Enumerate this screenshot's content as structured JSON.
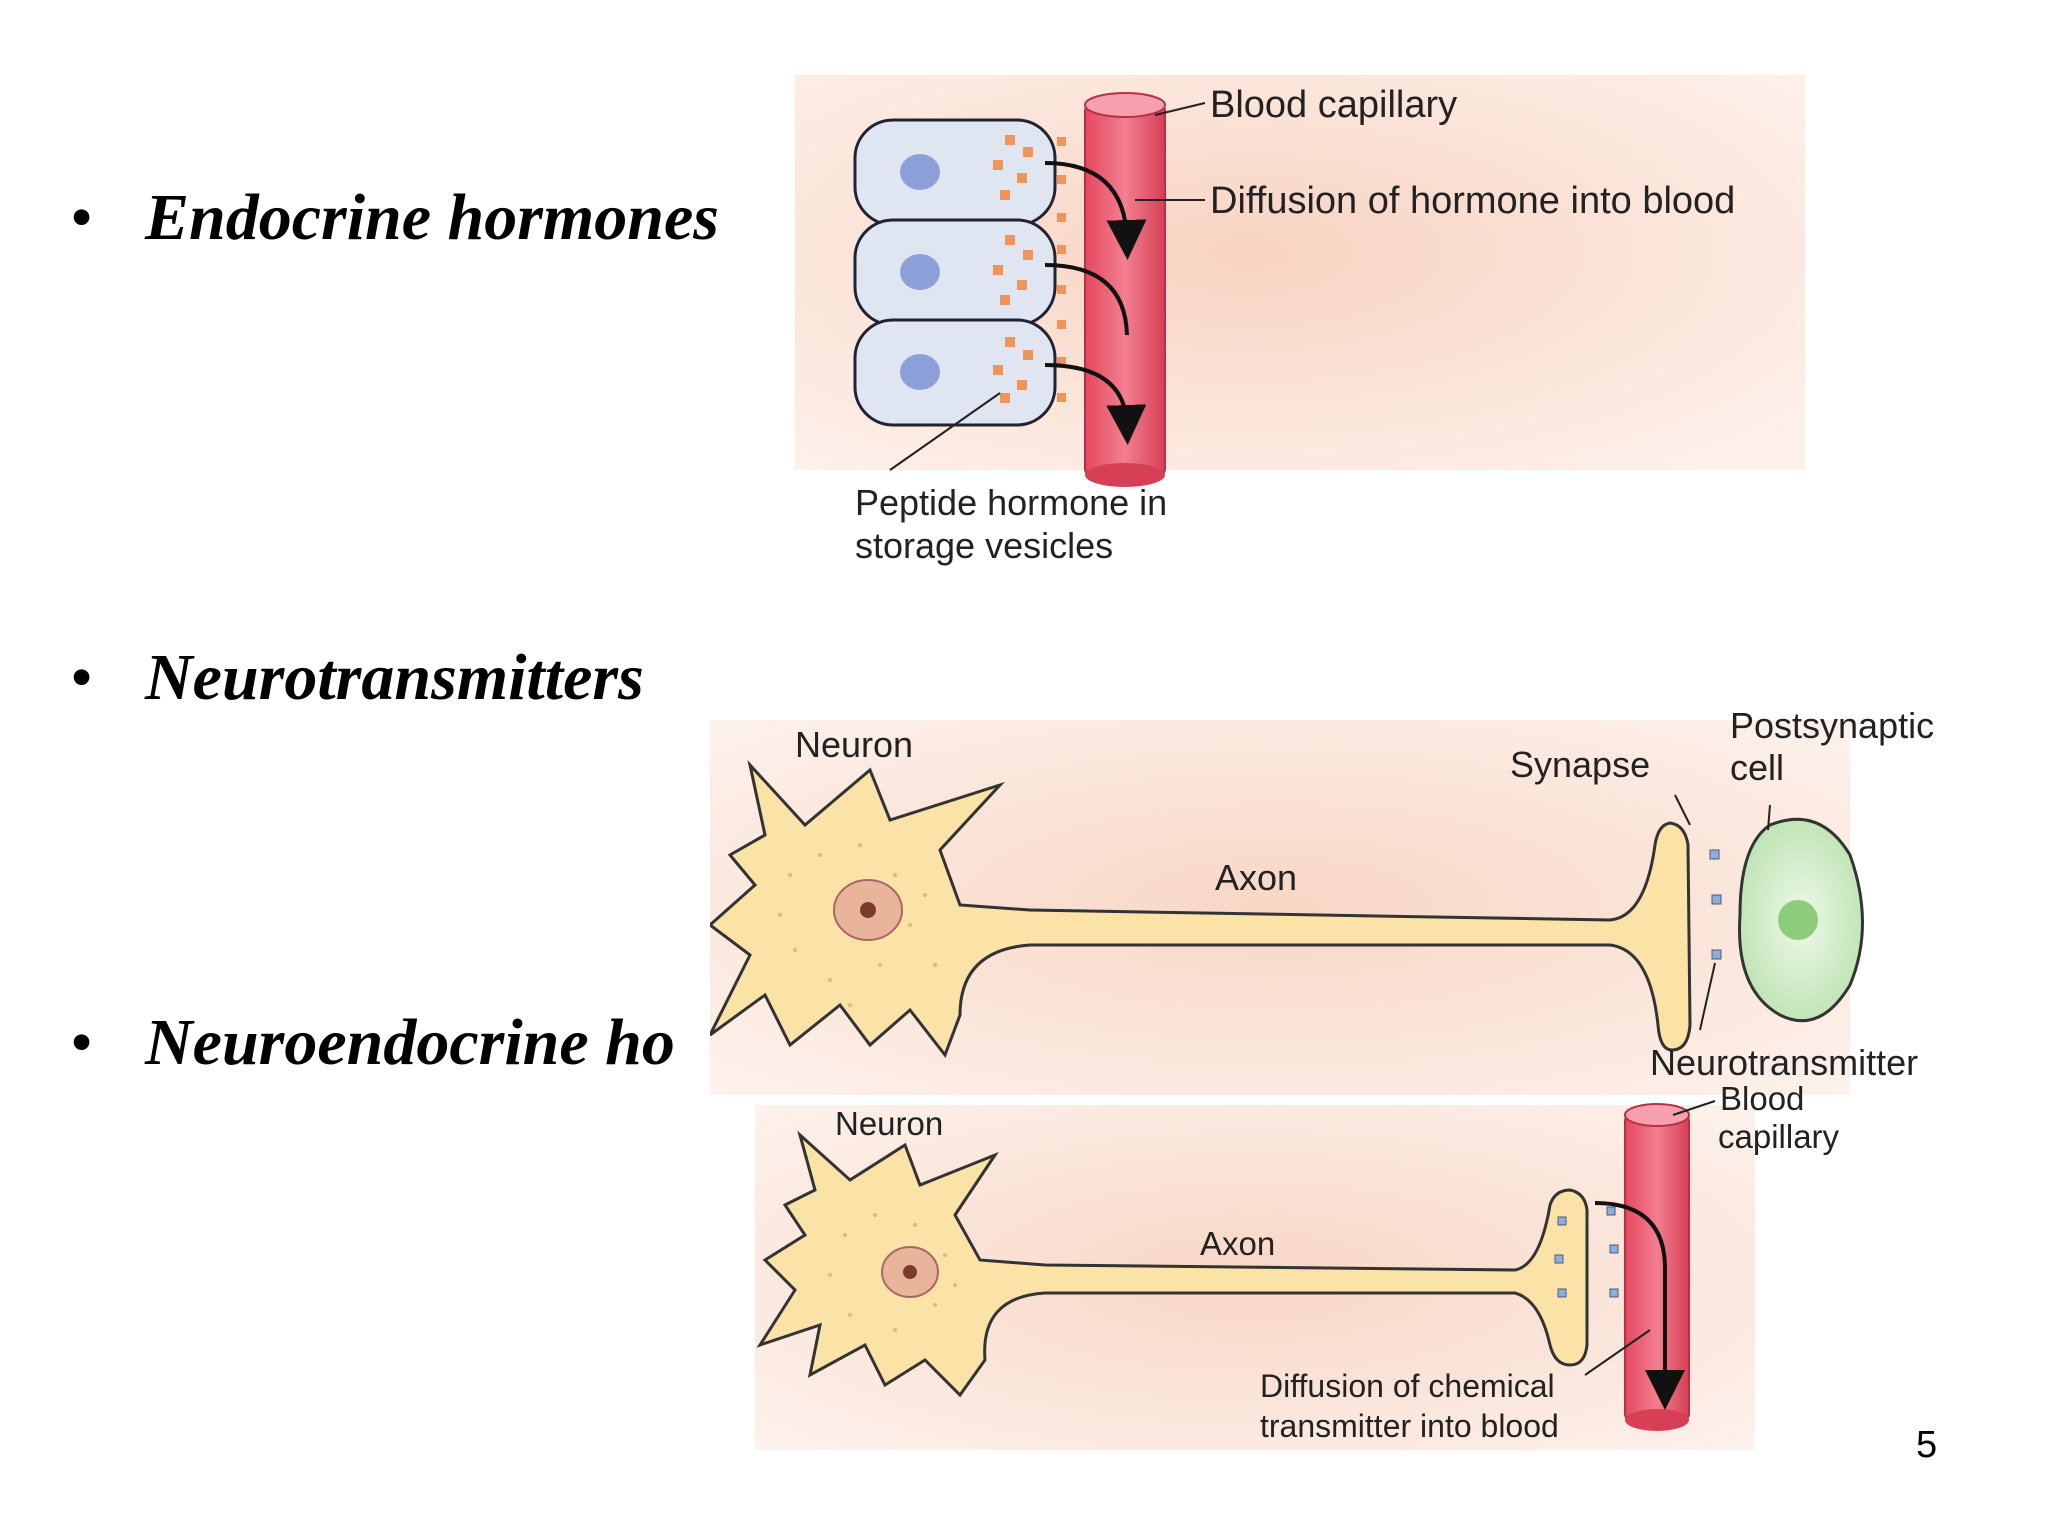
{
  "bullets": [
    {
      "bullet": "•",
      "text": "Endocrine hormones"
    },
    {
      "bullet": "•",
      "text": "Neurotransmitters"
    },
    {
      "bullet": "•",
      "text": "Neuroendocrine ho"
    }
  ],
  "endocrine_diagram": {
    "label_blood_capillary": "Blood capillary",
    "label_diffusion": "Diffusion of hormone into blood",
    "label_vesicles_line1": "Peptide hormone in",
    "label_vesicles_line2": "storage vesicles"
  },
  "neuro_diagram": {
    "label_neuron": "Neuron",
    "label_axon": "Axon",
    "label_synapse": "Synapse",
    "label_postsynaptic_line1": "Postsynaptic",
    "label_postsynaptic_line2": "cell",
    "label_neurotransmitter": "Neurotransmitter"
  },
  "neuroendocrine_diagram": {
    "label_neuron": "Neuron",
    "label_axon": "Axon",
    "label_capillary_line1": "Blood",
    "label_capillary_line2": "capillary",
    "label_diffusion_line1": "Diffusion of chemical",
    "label_diffusion_line2": "transmitter into blood"
  },
  "page_number": "5",
  "colors": {
    "background_glow": "#fbe4d8",
    "cell_fill": "#dfe6f2",
    "nucleus_blue": "#8d9fd8",
    "vesicle_orange": "#f0955a",
    "capillary_red": "#e8546a",
    "neuron_fill": "#fbe3a8",
    "postsynaptic_green": "#cdebc4"
  }
}
